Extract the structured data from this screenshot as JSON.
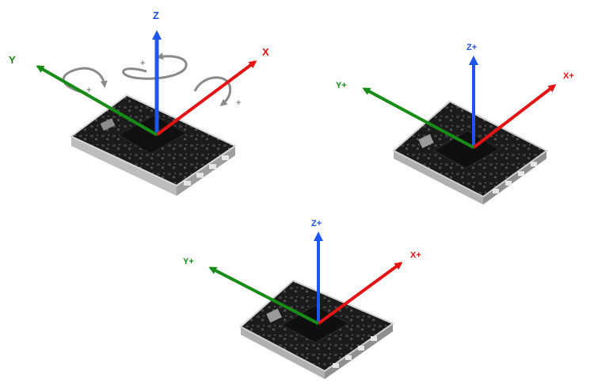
{
  "colors": {
    "x_axis": "#e21414",
    "y_axis": "#178c17",
    "z_axis": "#1d55f0",
    "rotation_arrow": "#8a8a8a",
    "board": "#1a1a1a",
    "board_edge": "#d7d7d7"
  },
  "panels": [
    {
      "labels": {
        "x": "X",
        "y": "Y",
        "z": "Z"
      },
      "rotation_sign": "+"
    },
    {
      "labels": {
        "x": "X+",
        "y": "Y+",
        "z": "Z+"
      }
    },
    {
      "labels": {
        "x": "X+",
        "y": "Y+",
        "z": "Z+"
      }
    }
  ]
}
